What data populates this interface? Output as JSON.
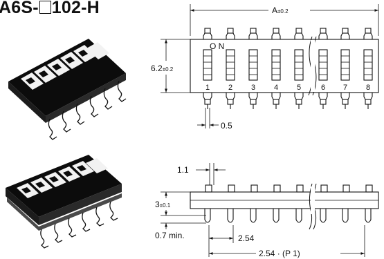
{
  "title": {
    "prefix": "A6S-",
    "suffix": "102-H"
  },
  "top_view": {
    "width_label": "A",
    "width_tol": "±0.2",
    "height_label": "6.2",
    "height_tol": "±0.2",
    "on_label": "O N",
    "pin_numbers": [
      "1",
      "2",
      "3",
      "4",
      "5",
      "6",
      "7",
      "8"
    ],
    "pin_width_label": "0.5"
  },
  "side_view": {
    "lead_label": "1.1",
    "height_label": "3",
    "height_tol": "±0.1",
    "min_label": "0.7 min.",
    "pitch_label": "2.54",
    "total_label": "2.54 · (P 1)"
  }
}
